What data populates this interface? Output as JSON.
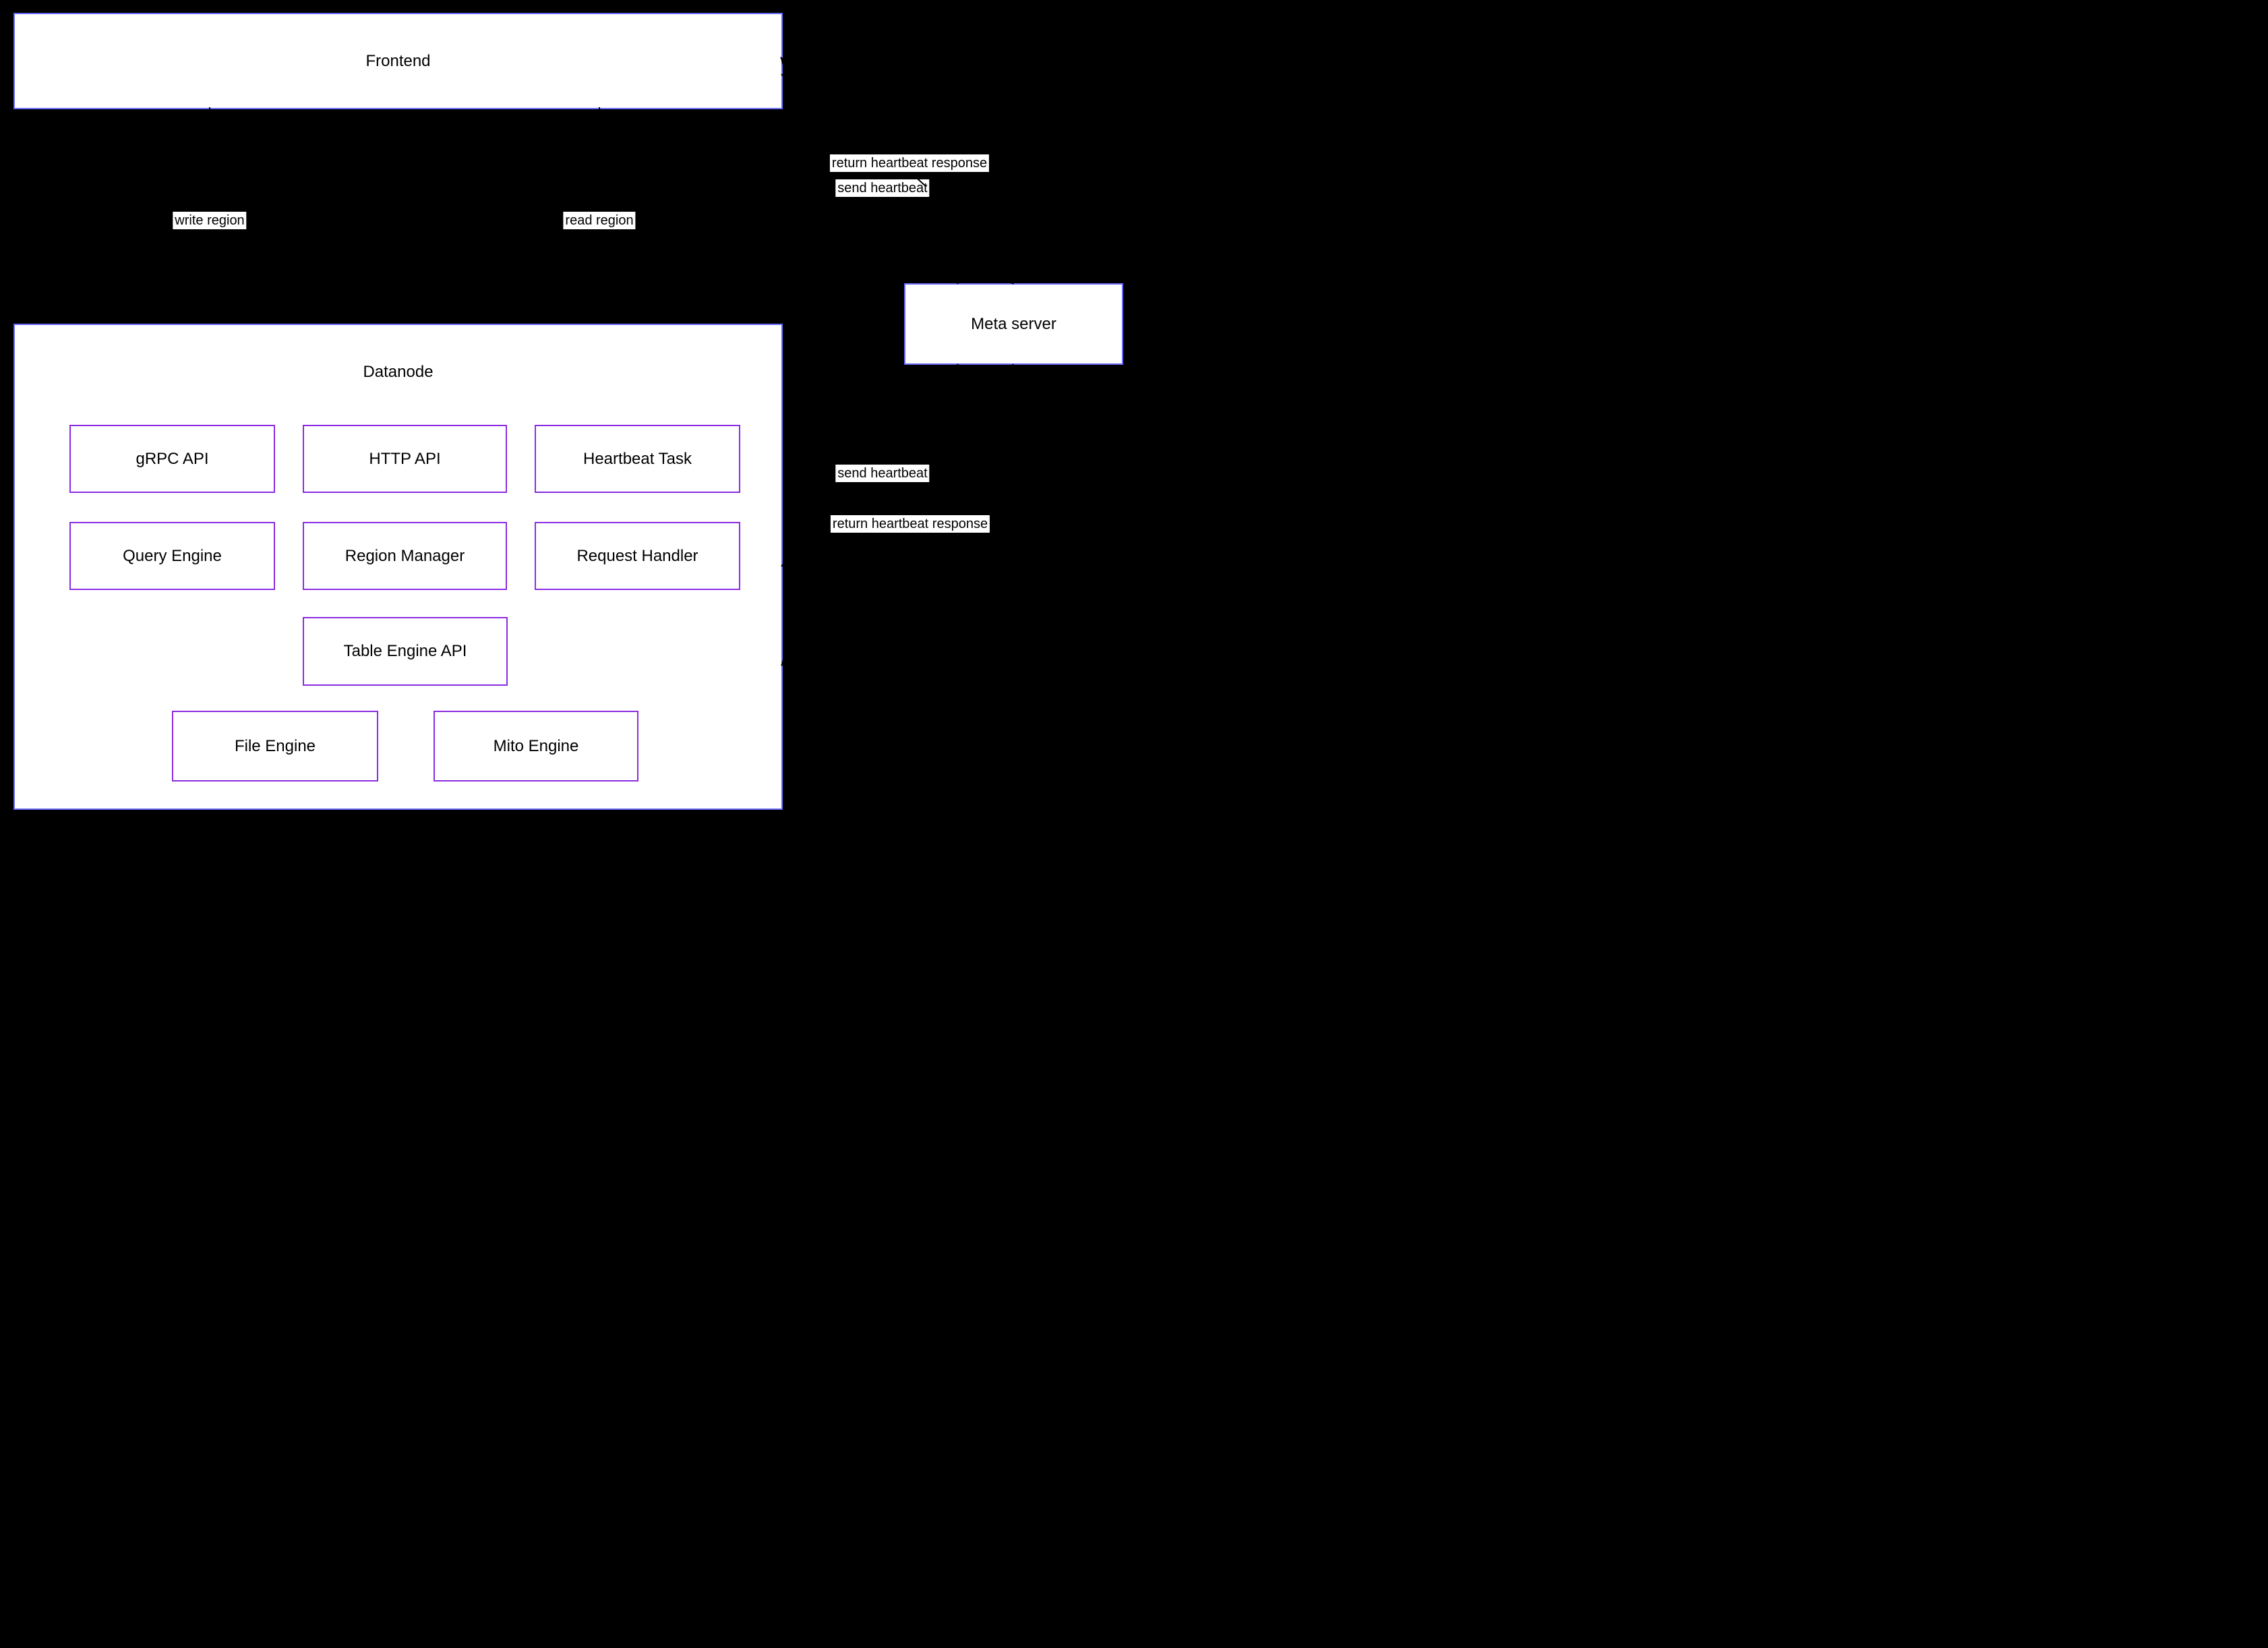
{
  "frontend": {
    "label": "Frontend"
  },
  "datanode": {
    "label": "Datanode",
    "components": [
      {
        "id": "grpc-api",
        "label": "gRPC API"
      },
      {
        "id": "http-api",
        "label": "HTTP API"
      },
      {
        "id": "heartbeat-task",
        "label": "Heartbeat Task"
      },
      {
        "id": "query-engine",
        "label": "Query Engine"
      },
      {
        "id": "region-manager",
        "label": "Region Manager"
      },
      {
        "id": "request-handler",
        "label": "Request Handler"
      },
      {
        "id": "table-engine-api",
        "label": "Table Engine API"
      },
      {
        "id": "file-engine",
        "label": "File Engine"
      },
      {
        "id": "mito-engine",
        "label": "Mito Engine"
      }
    ]
  },
  "meta_server": {
    "label": "Meta server"
  },
  "edges": [
    {
      "id": "write-region",
      "label": "write region"
    },
    {
      "id": "read-region",
      "label": "read region"
    },
    {
      "id": "return-heartbeat-response-top",
      "label": "return heartbeat response"
    },
    {
      "id": "send-heartbeat-top",
      "label": "send heartbeat"
    },
    {
      "id": "send-heartbeat-mid",
      "label": "send heartbeat"
    },
    {
      "id": "return-heartbeat-response-mid",
      "label": "return heartbeat response"
    }
  ],
  "colors": {
    "background": "#000000",
    "node_fill": "#ffffff",
    "outer_border": "#6969fa",
    "component_border": "#8b2be2",
    "text": "#000000",
    "arrow": "#000000",
    "label_background": "#ffffff"
  }
}
